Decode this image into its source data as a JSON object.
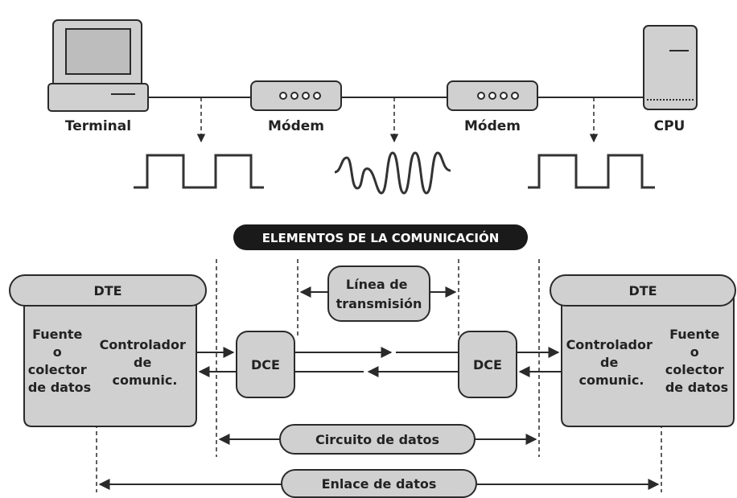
{
  "devices": {
    "terminal": "Terminal",
    "modem_left": "Módem",
    "modem_right": "Módem",
    "cpu": "CPU"
  },
  "title": "ELEMENTOS DE LA COMUNICACIÓN",
  "dte_left": {
    "header": "DTE",
    "source": [
      "Fuente",
      "o",
      "colector",
      "de datos"
    ],
    "controller": [
      "Controlador",
      "de",
      "comunic."
    ]
  },
  "dte_right": {
    "header": "DTE",
    "controller": [
      "Controlador",
      "de",
      "comunic."
    ],
    "source": [
      "Fuente",
      "o",
      "colector",
      "de datos"
    ]
  },
  "dce_left": "DCE",
  "dce_right": "DCE",
  "transmission_line": [
    "Línea de",
    "transmisión"
  ],
  "data_circuit": "Circuito de datos",
  "data_link": "Enlace de datos"
}
